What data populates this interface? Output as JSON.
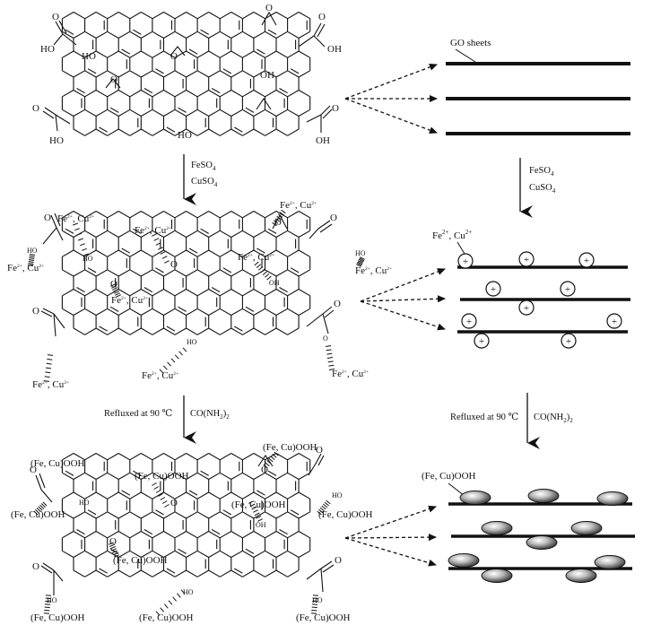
{
  "stage1": {
    "group_cooh": "HO",
    "group_oh": "HO",
    "group_oh_r": "OH",
    "group_o": "O",
    "sheets_label": "GO sheets"
  },
  "step1": {
    "reagent1": "FeSO",
    "reagent1_sub": "4",
    "reagent2": "CuSO",
    "reagent2_sub": "4"
  },
  "stage2": {
    "ion_label_prefix": "Fe",
    "ion_label_sup1": "2+",
    "ion_label_mid": ", Cu",
    "ion_label_sup2": "2+",
    "ion_sym": "+"
  },
  "step2": {
    "text": "Refluxed at 90 ℃",
    "reagent": "CO(NH",
    "reagent_sub": "2",
    "reagent_end": ")",
    "reagent_sub2": "2"
  },
  "stage3": {
    "product_label": "(Fe, Cu)OOH"
  }
}
